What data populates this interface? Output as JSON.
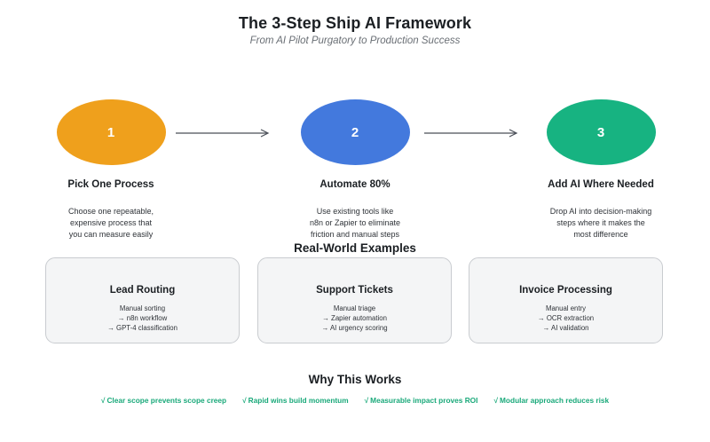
{
  "header": {
    "title": "The 3-Step Ship AI Framework",
    "subtitle": "From AI Pilot Purgatory to Production Success"
  },
  "colors": {
    "step_1": "#efa01c",
    "step_2": "#4379dd",
    "step_3": "#17b381",
    "arrow": "#4a4f58",
    "benefit_text": "#1aa97a",
    "card_bg": "#f4f5f6",
    "card_border": "#c9ccd0",
    "background": "#ffffff"
  },
  "steps": [
    {
      "number": "1",
      "heading": "Pick One Process",
      "description_lines": [
        "Choose one repeatable,",
        "expensive process that",
        "you can measure easily"
      ]
    },
    {
      "number": "2",
      "heading": "Automate 80%",
      "description_lines": [
        "Use existing tools like",
        "n8n or Zapier to eliminate",
        "friction and manual steps"
      ]
    },
    {
      "number": "3",
      "heading": "Add AI Where Needed",
      "description_lines": [
        "Drop AI into decision-making",
        "steps where it makes the",
        "most difference"
      ]
    }
  ],
  "examples_section": {
    "heading": "Real-World Examples",
    "cards": [
      {
        "title": "Lead Routing",
        "steps": [
          "Manual sorting",
          "→ n8n workflow",
          "→ GPT-4 classification"
        ]
      },
      {
        "title": "Support Tickets",
        "steps": [
          "Manual triage",
          "→ Zapier automation",
          "→ AI urgency scoring"
        ]
      },
      {
        "title": "Invoice Processing",
        "steps": [
          "Manual entry",
          "→ OCR extraction",
          "→ AI validation"
        ]
      }
    ]
  },
  "why_section": {
    "heading": "Why This Works",
    "check_glyph": "√",
    "benefits": [
      "Clear scope prevents scope creep",
      "Rapid wins build momentum",
      "Measurable impact proves ROI",
      "Modular approach reduces risk"
    ]
  }
}
